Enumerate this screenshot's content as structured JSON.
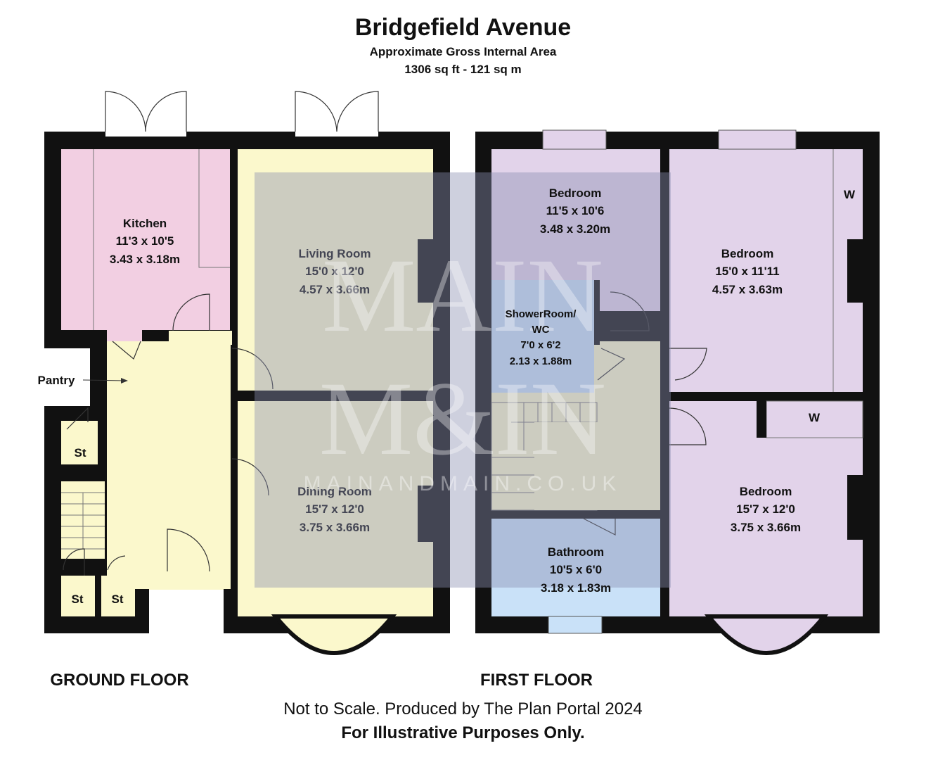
{
  "header": {
    "title": "Bridgefield Avenue",
    "subtitle": "Approximate Gross Internal Area",
    "area": "1306 sq ft - 121 sq m"
  },
  "ground_floor": {
    "label": "GROUND FLOOR",
    "kitchen": {
      "name": "Kitchen",
      "imperial": "11'3 x 10'5",
      "metric": "3.43 x 3.18m"
    },
    "living_room": {
      "name": "Living Room",
      "imperial": "15'0 x 12'0",
      "metric": "4.57 x 3.66m"
    },
    "dining_room": {
      "name": "Dining Room",
      "imperial": "15'7 x 12'0",
      "metric": "3.75 x 3.66m"
    },
    "pantry": "Pantry",
    "store": "St"
  },
  "first_floor": {
    "label": "FIRST FLOOR",
    "bedroom_1": {
      "name": "Bedroom",
      "imperial": "11'5 x 10'6",
      "metric": "3.48 x 3.20m"
    },
    "bedroom_2": {
      "name": "Bedroom",
      "imperial": "15'0 x 11'11",
      "metric": "4.57 x 3.63m"
    },
    "bedroom_3": {
      "name": "Bedroom",
      "imperial": "15'7 x 12'0",
      "metric": "3.75 x 3.66m"
    },
    "shower_room": {
      "name_line1": "ShowerRoom/",
      "name_line2": "WC",
      "imperial": "7'0 x 6'2",
      "metric": "2.13 x 1.88m"
    },
    "bathroom": {
      "name": "Bathroom",
      "imperial": "10'5 x 6'0",
      "metric": "3.18 x 1.83m"
    },
    "wardrobe": "W"
  },
  "watermark": {
    "line1": "MAIN",
    "line2": "M&IN",
    "url": "MAINANDMAIN.CO.UK"
  },
  "footer": {
    "note": "Not to Scale. Produced by The Plan Portal 2024",
    "disclaimer": "For Illustrative Purposes Only."
  },
  "colors": {
    "wall": "#111111",
    "kitchen": "#f2cfe2",
    "hall": "#fbf8cc",
    "bedroom": "#e2d3ea",
    "bathroom": "#c9e1f8"
  }
}
